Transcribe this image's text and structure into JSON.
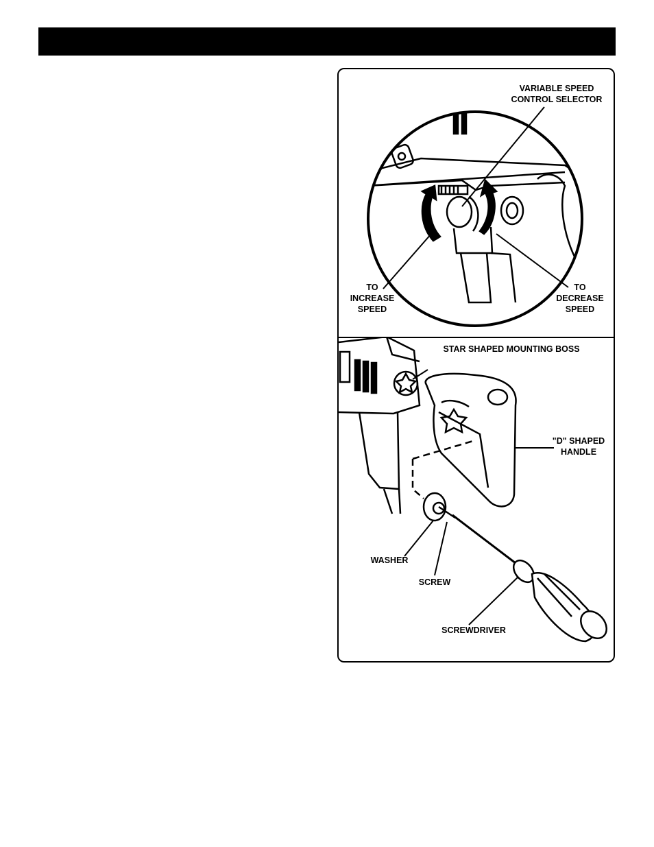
{
  "header": {
    "text": ""
  },
  "figure_speed": {
    "labels": {
      "selector": "VARIABLE SPEED\nCONTROL SELECTOR",
      "increase": "TO\nINCREASE\nSPEED",
      "decrease": "TO\nDECREASE\nSPEED"
    }
  },
  "figure_handle": {
    "labels": {
      "boss": "STAR SHAPED MOUNTING BOSS",
      "handle": "\"D\" SHAPED\nHANDLE",
      "washer": "WASHER",
      "screw": "SCREW",
      "screwdriver": "SCREWDRIVER"
    }
  }
}
